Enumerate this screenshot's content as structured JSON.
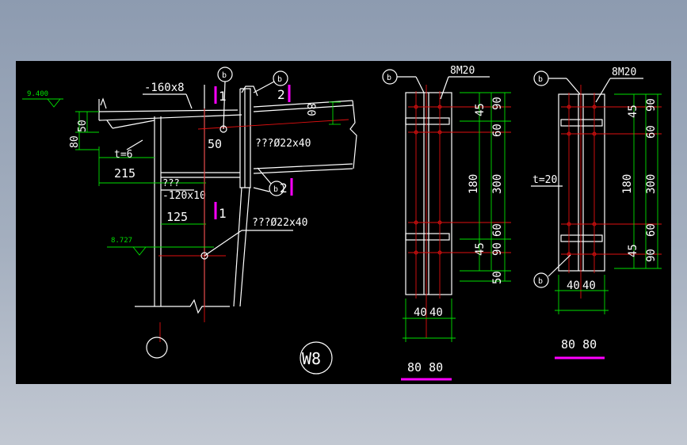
{
  "drawing": {
    "left_view": {
      "elevation_top": "9.400",
      "elevation_bottom": "8.727",
      "plate_top": "-160x8",
      "plate_mid_a": "???",
      "plate_mid_b": "-120x10",
      "dim_50": "50",
      "dim_80": "80",
      "dim_t": "t=6",
      "dim_215": "215",
      "dim_125": "125",
      "dim_50b": "50",
      "dim_80r": "80",
      "bolt_a": "???Ø22x40",
      "bolt_b": "???Ø22x40",
      "label_w8": "W8",
      "sec1_top": "1",
      "sec1_bot": "1",
      "sec2_top": "2",
      "sec2_bot": "2",
      "bubble_b": "b"
    },
    "mid_view": {
      "bolts": "8M20",
      "dims_right": [
        "45",
        "90",
        "60",
        "180",
        "300",
        "60",
        "45",
        "90",
        "50"
      ],
      "dims_bottom": [
        "40",
        "40"
      ],
      "title": "1-1",
      "title_sub": "80 80",
      "bubble_b": "b"
    },
    "right_view": {
      "bolts": "8M20",
      "thickness": "t=20",
      "dims_right": [
        "45",
        "90",
        "60",
        "180",
        "300",
        "60",
        "45",
        "90"
      ],
      "dims_bottom": [
        "40",
        "40"
      ],
      "title": "2-2",
      "title_sub": "80 80",
      "bubble_b": "b"
    }
  }
}
